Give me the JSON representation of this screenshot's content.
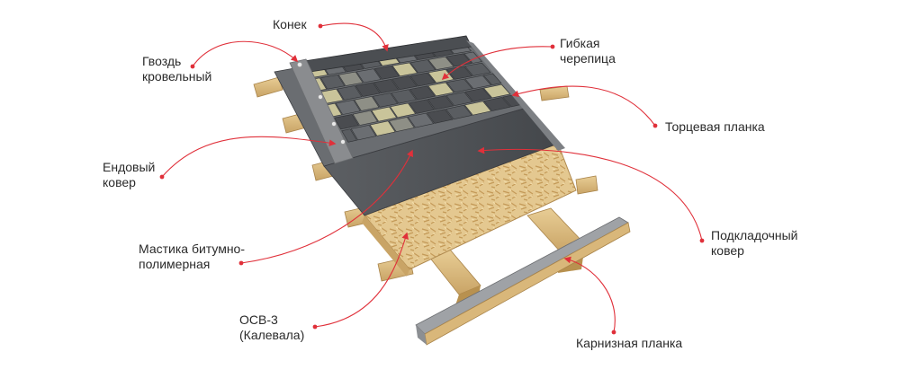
{
  "labels": {
    "ridge": "Конек",
    "nail": [
      "Гвоздь",
      "кровельный"
    ],
    "shingles": [
      "Гибкая",
      "черепица"
    ],
    "gable_strip": "Торцевая планка",
    "valley_carpet": [
      "Ендовый",
      "ковер"
    ],
    "underlay": [
      "Подкладочный",
      "ковер"
    ],
    "mastic": [
      "Мастика битумно-",
      "полимерная"
    ],
    "osb": [
      "ОСВ-3",
      "(Калевала)"
    ],
    "eave_strip": "Карнизная планка"
  },
  "colors": {
    "arrow": "#e0303a",
    "text": "#2a2a2a",
    "wood": "#d9b77a",
    "wood_dark": "#b58f55",
    "osb": "#e2c58e",
    "underlay": "#55585c",
    "metal": "#8a8c8f",
    "shingle_dark": "#4a4c50",
    "shingle_light": "#c9c49a"
  }
}
